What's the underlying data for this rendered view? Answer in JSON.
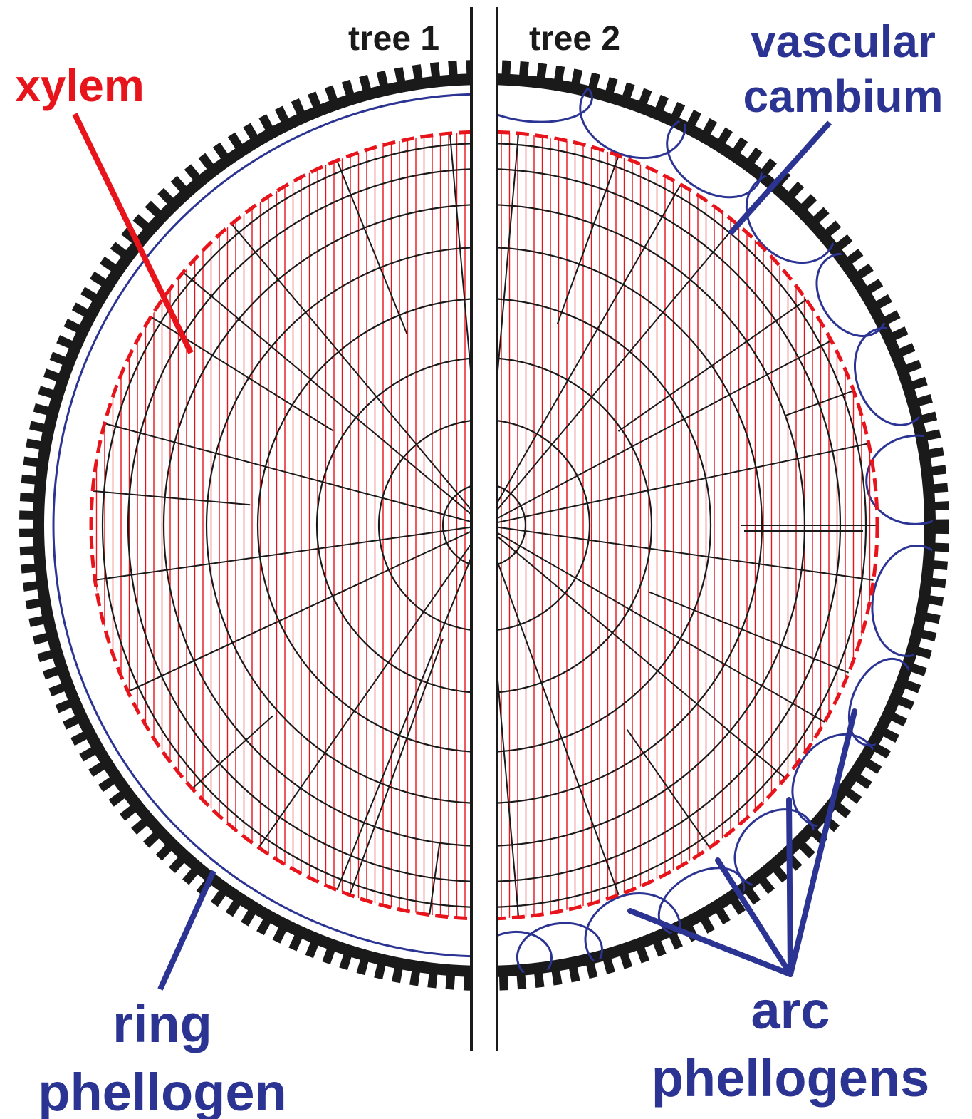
{
  "labels": {
    "tree1": "tree 1",
    "tree2": "tree 2",
    "xylem": "xylem",
    "vascular_cambium": [
      "vascular",
      "cambium"
    ],
    "ring_phellogen": [
      "ring",
      "phellogen"
    ],
    "arc_phellogens": [
      "arc",
      "phellogens"
    ]
  },
  "colors": {
    "xylem": "#e8141c",
    "cambium": "#2b3493",
    "lines": "#1a1a1a",
    "bark": "#1a1a1a"
  }
}
